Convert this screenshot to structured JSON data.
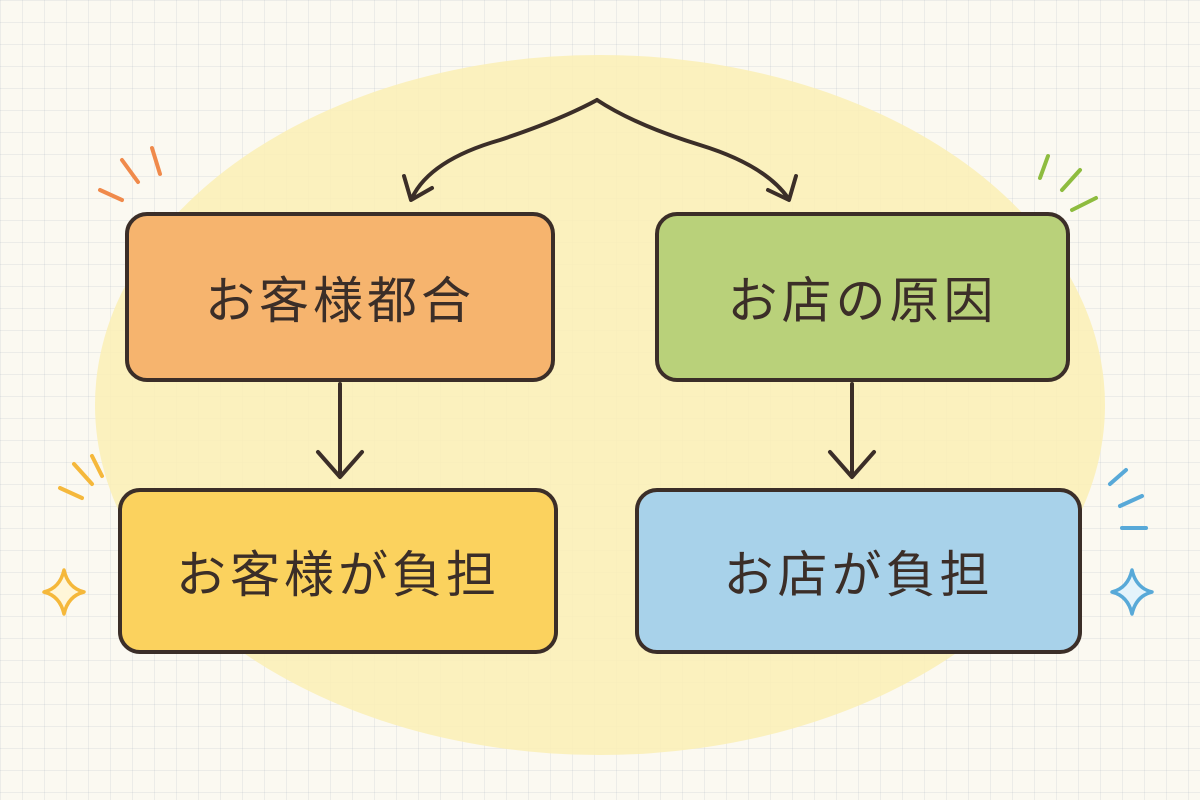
{
  "diagram": {
    "nodes": {
      "customer_reason": "お客様都合",
      "store_reason": "お店の原因",
      "customer_burden": "お客様が負担",
      "store_burden": "お店が負担"
    },
    "edges": [
      {
        "from": "root",
        "to": "customer_reason"
      },
      {
        "from": "root",
        "to": "store_reason"
      },
      {
        "from": "customer_reason",
        "to": "customer_burden"
      },
      {
        "from": "store_reason",
        "to": "store_burden"
      }
    ]
  },
  "colors": {
    "customer_reason": "#f6b46e",
    "store_reason": "#b9d17a",
    "customer_burden": "#fbd25e",
    "store_burden": "#a8d2ea",
    "outline": "#3b2e28",
    "background_blob": "#fbf0b8"
  },
  "decorations": [
    "orange-sparkle-lines",
    "green-sparkle-lines",
    "yellow-sparkle-lines",
    "yellow-star-icon",
    "blue-sparkle-lines",
    "blue-star-icon"
  ]
}
